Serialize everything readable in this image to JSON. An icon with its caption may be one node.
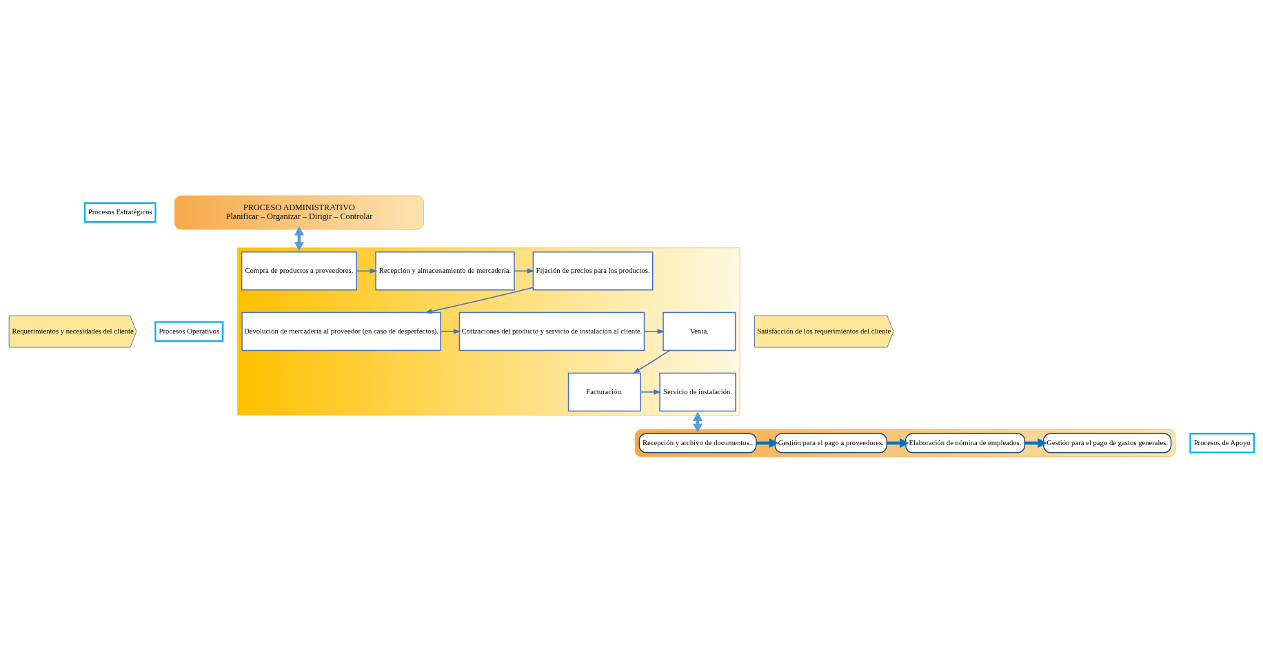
{
  "diagram": {
    "nodes": [
      {
        "text": [
          "Requerimientos y necesidades del cliente"
        ]
      },
      {
        "text": [
          "Procesos Estratégicos"
        ]
      },
      {
        "text": [
          "PROCESO ADMINISTRATIVO",
          "Planificar – Organizar – Dirigir – Controlar"
        ]
      },
      {
        "text": [
          "Procesos Operativos"
        ]
      },
      {
        "text": [],
        "shape": "arrow"
      },
      {
        "text": [
          "Compra de productos a proveedores."
        ],
        "in": 4
      },
      {
        "text": [
          "Recepción y almacenamiento de mercadería."
        ],
        "in": 4
      },
      {
        "text": [
          "Fijación de precios para los productos."
        ],
        "in": 4
      },
      {
        "text": [
          "Devolución de mercadería al proveedor (en caso de desperfectos)."
        ],
        "in": 4
      },
      {
        "text": [
          "Cotizaciones del producto y servicio de instalación al cliente."
        ],
        "in": 4
      },
      {
        "text": [
          "Venta."
        ],
        "in": 4
      },
      {
        "text": [
          "Facturación."
        ],
        "in": 4
      },
      {
        "text": [
          "Servicio de instalación."
        ],
        "in": 4
      },
      {
        "text": [
          "Procesos de Apoyo"
        ]
      },
      {
        "text": [],
        "shape": "bar"
      },
      {
        "text": [
          "Recepción y archivo de documentos.."
        ],
        "in": 14
      },
      {
        "text": [
          "Gestión para el pago a proveedores."
        ],
        "in": 14
      },
      {
        "text": [
          "Elaboración de nómina de empleados."
        ],
        "in": 14
      },
      {
        "text": [
          "Gestión para el pago de gastos generales."
        ],
        "in": 14
      },
      {
        "text": [
          "Satisfacción de los requerimientos del cliente"
        ]
      }
    ],
    "edges": [
      {
        "from": 2,
        "to": 4,
        "arrow": "both",
        "style": "thick",
        "color": "#5b9bd5"
      },
      {
        "from": 5,
        "to": 6,
        "arrow": "to"
      },
      {
        "from": 6,
        "to": 7,
        "arrow": "to"
      },
      {
        "from": 7,
        "to": 8,
        "arrow": "to"
      },
      {
        "from": 8,
        "to": 9,
        "arrow": "to"
      },
      {
        "from": 9,
        "to": 10,
        "arrow": "to"
      },
      {
        "from": 10,
        "to": 11,
        "arrow": "to"
      },
      {
        "from": 11,
        "to": 12,
        "arrow": "to"
      },
      {
        "from": 4,
        "to": 14,
        "arrow": "both",
        "style": "thick",
        "color": "#5b9bd5"
      },
      {
        "from": 15,
        "to": 16,
        "arrow": "to",
        "style": "thick",
        "color": "#0070c0"
      },
      {
        "from": 16,
        "to": 17,
        "arrow": "to",
        "style": "thick",
        "color": "#0070c0"
      },
      {
        "from": 17,
        "to": 18,
        "arrow": "to",
        "style": "thick",
        "color": "#0070c0"
      }
    ]
  }
}
